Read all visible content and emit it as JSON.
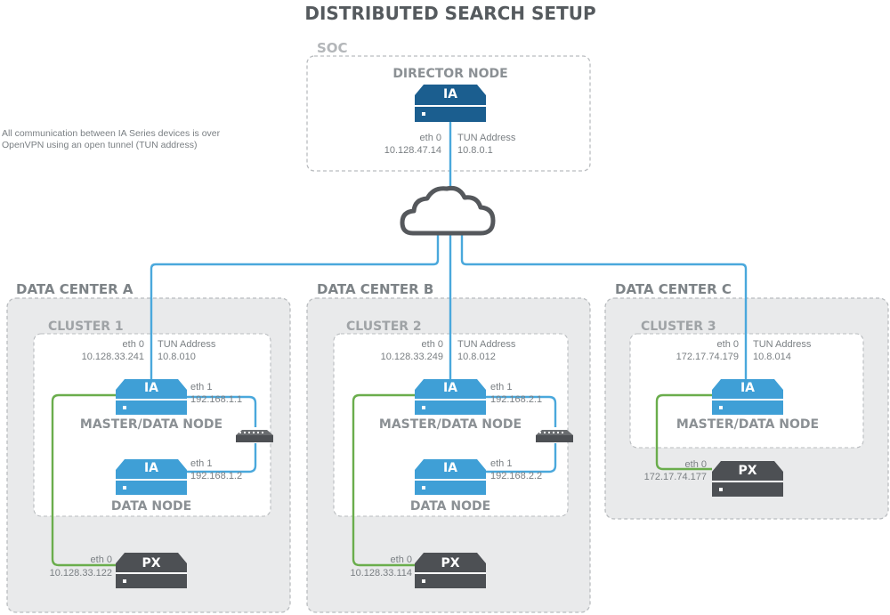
{
  "title": "DISTRIBUTED SEARCH SETUP",
  "note": {
    "line1": "All communication between IA Series devices is over",
    "line2": "OpenVPN using an open tunnel (TUN address)"
  },
  "soc": {
    "label": "SOC",
    "director": {
      "caption": "DIRECTOR NODE",
      "badge": "IA",
      "iface": "eth 0",
      "ip": "10.128.47.14",
      "tun_label": "TUN Address",
      "tun": "10.8.0.1"
    }
  },
  "colors": {
    "ia_director": "#1b5e8f",
    "ia_node": "#3f9fd6",
    "px": "#4d5054",
    "link_blue": "#4aa8dc",
    "link_green": "#6aad4c",
    "cloud": "#55585c"
  },
  "data_centers": [
    {
      "label": "DATA CENTER A",
      "cluster": "CLUSTER 1",
      "master": {
        "badge": "IA",
        "caption": "MASTER/DATA NODE",
        "iface": "eth 0",
        "ip": "10.128.33.241",
        "tun_label": "TUN Address",
        "tun": "10.8.010",
        "iface1": "eth 1",
        "ip1": "192.168.1.1"
      },
      "data": {
        "badge": "IA",
        "caption": "DATA NODE",
        "iface1": "eth 1",
        "ip1": "192.168.1.2"
      },
      "px": {
        "badge": "PX",
        "iface": "eth 0",
        "ip": "10.128.33.122"
      }
    },
    {
      "label": "DATA CENTER B",
      "cluster": "CLUSTER 2",
      "master": {
        "badge": "IA",
        "caption": "MASTER/DATA NODE",
        "iface": "eth 0",
        "ip": "10.128.33.249",
        "tun_label": "TUN Address",
        "tun": "10.8.012",
        "iface1": "eth 1",
        "ip1": "192.168.2.1"
      },
      "data": {
        "badge": "IA",
        "caption": "DATA NODE",
        "iface1": "eth 1",
        "ip1": "192.168.2.2"
      },
      "px": {
        "badge": "PX",
        "iface": "eth 0",
        "ip": "10.128.33.114"
      }
    },
    {
      "label": "DATA CENTER C",
      "cluster": "CLUSTER 3",
      "master": {
        "badge": "IA",
        "caption": "MASTER/DATA NODE",
        "iface": "eth 0",
        "ip": "172.17.74.179",
        "tun_label": "TUN Address",
        "tun": "10.8.014"
      },
      "px": {
        "badge": "PX",
        "iface": "eth 0",
        "ip": "172.17.74.177"
      }
    }
  ]
}
